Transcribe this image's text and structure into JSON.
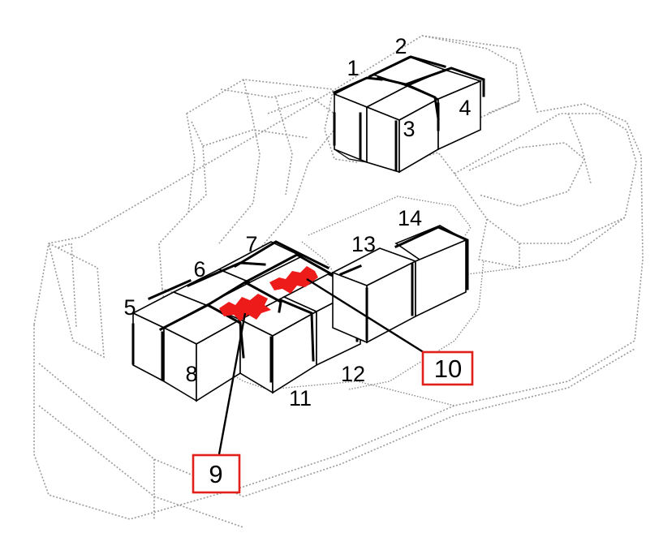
{
  "diagram": {
    "relay_labels": [
      {
        "id": "r1",
        "text": "1"
      },
      {
        "id": "r2",
        "text": "2"
      },
      {
        "id": "r3",
        "text": "3"
      },
      {
        "id": "r4",
        "text": "4"
      },
      {
        "id": "r5",
        "text": "5"
      },
      {
        "id": "r6",
        "text": "6"
      },
      {
        "id": "r7",
        "text": "7"
      },
      {
        "id": "r8",
        "text": "8"
      },
      {
        "id": "r11",
        "text": "11"
      },
      {
        "id": "r12",
        "text": "12"
      },
      {
        "id": "r13",
        "text": "13"
      },
      {
        "id": "r14",
        "text": "14"
      }
    ],
    "callouts": [
      {
        "id": "c9",
        "text": "9"
      },
      {
        "id": "c10",
        "text": "10"
      }
    ],
    "colors": {
      "callout_border": "#e0211b",
      "highlight": "#ee1b1b",
      "housing_outline": "#9a9a9a"
    }
  }
}
